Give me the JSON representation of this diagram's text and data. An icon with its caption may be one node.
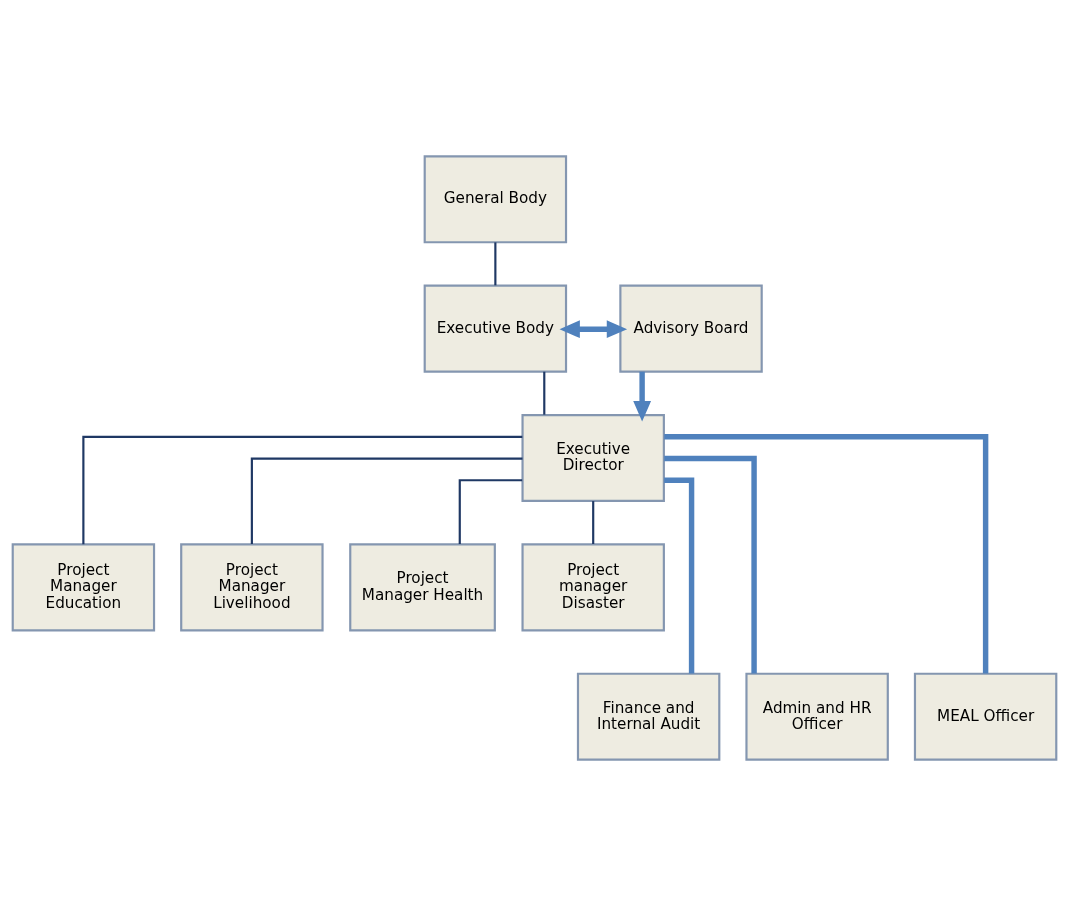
{
  "diagram": {
    "nodes": [
      {
        "text": [
          "General Body"
        ]
      },
      {
        "text": [
          "Executive Body"
        ]
      },
      {
        "text": [
          "Advisory Board"
        ]
      },
      {
        "text": [
          "Executive Director"
        ]
      },
      {
        "text": [
          "Project Manager Education"
        ]
      },
      {
        "text": [
          "Project Manager Livelihood"
        ]
      },
      {
        "text": [
          "Project Manager Health"
        ]
      },
      {
        "text": [
          "Project manager Disaster"
        ]
      },
      {
        "text": [
          "Finance and Internal Audit"
        ]
      },
      {
        "text": [
          "Admin and HR Officer"
        ]
      },
      {
        "text": [
          "MEAL Officer"
        ]
      }
    ],
    "edges": [
      {
        "from": 0,
        "to": 1,
        "arrow": "none"
      },
      {
        "from": 1,
        "to": 2,
        "arrow": "both",
        "style": "thick",
        "color": "#4f81bd"
      },
      {
        "from": 1,
        "to": 3,
        "arrow": "none"
      },
      {
        "from": 2,
        "to": 3,
        "arrow": "to",
        "style": "thick",
        "color": "#4f81bd"
      },
      {
        "from": 3,
        "to": 4,
        "arrow": "none"
      },
      {
        "from": 3,
        "to": 5,
        "arrow": "none"
      },
      {
        "from": 3,
        "to": 6,
        "arrow": "none"
      },
      {
        "from": 3,
        "to": 7,
        "arrow": "none"
      },
      {
        "from": 3,
        "to": 8,
        "arrow": "none",
        "style": "thick",
        "color": "#4f81bd"
      },
      {
        "from": 3,
        "to": 9,
        "arrow": "none",
        "style": "thick",
        "color": "#4f81bd"
      },
      {
        "from": 3,
        "to": 10,
        "arrow": "none",
        "style": "thick",
        "color": "#4f81bd"
      }
    ]
  }
}
